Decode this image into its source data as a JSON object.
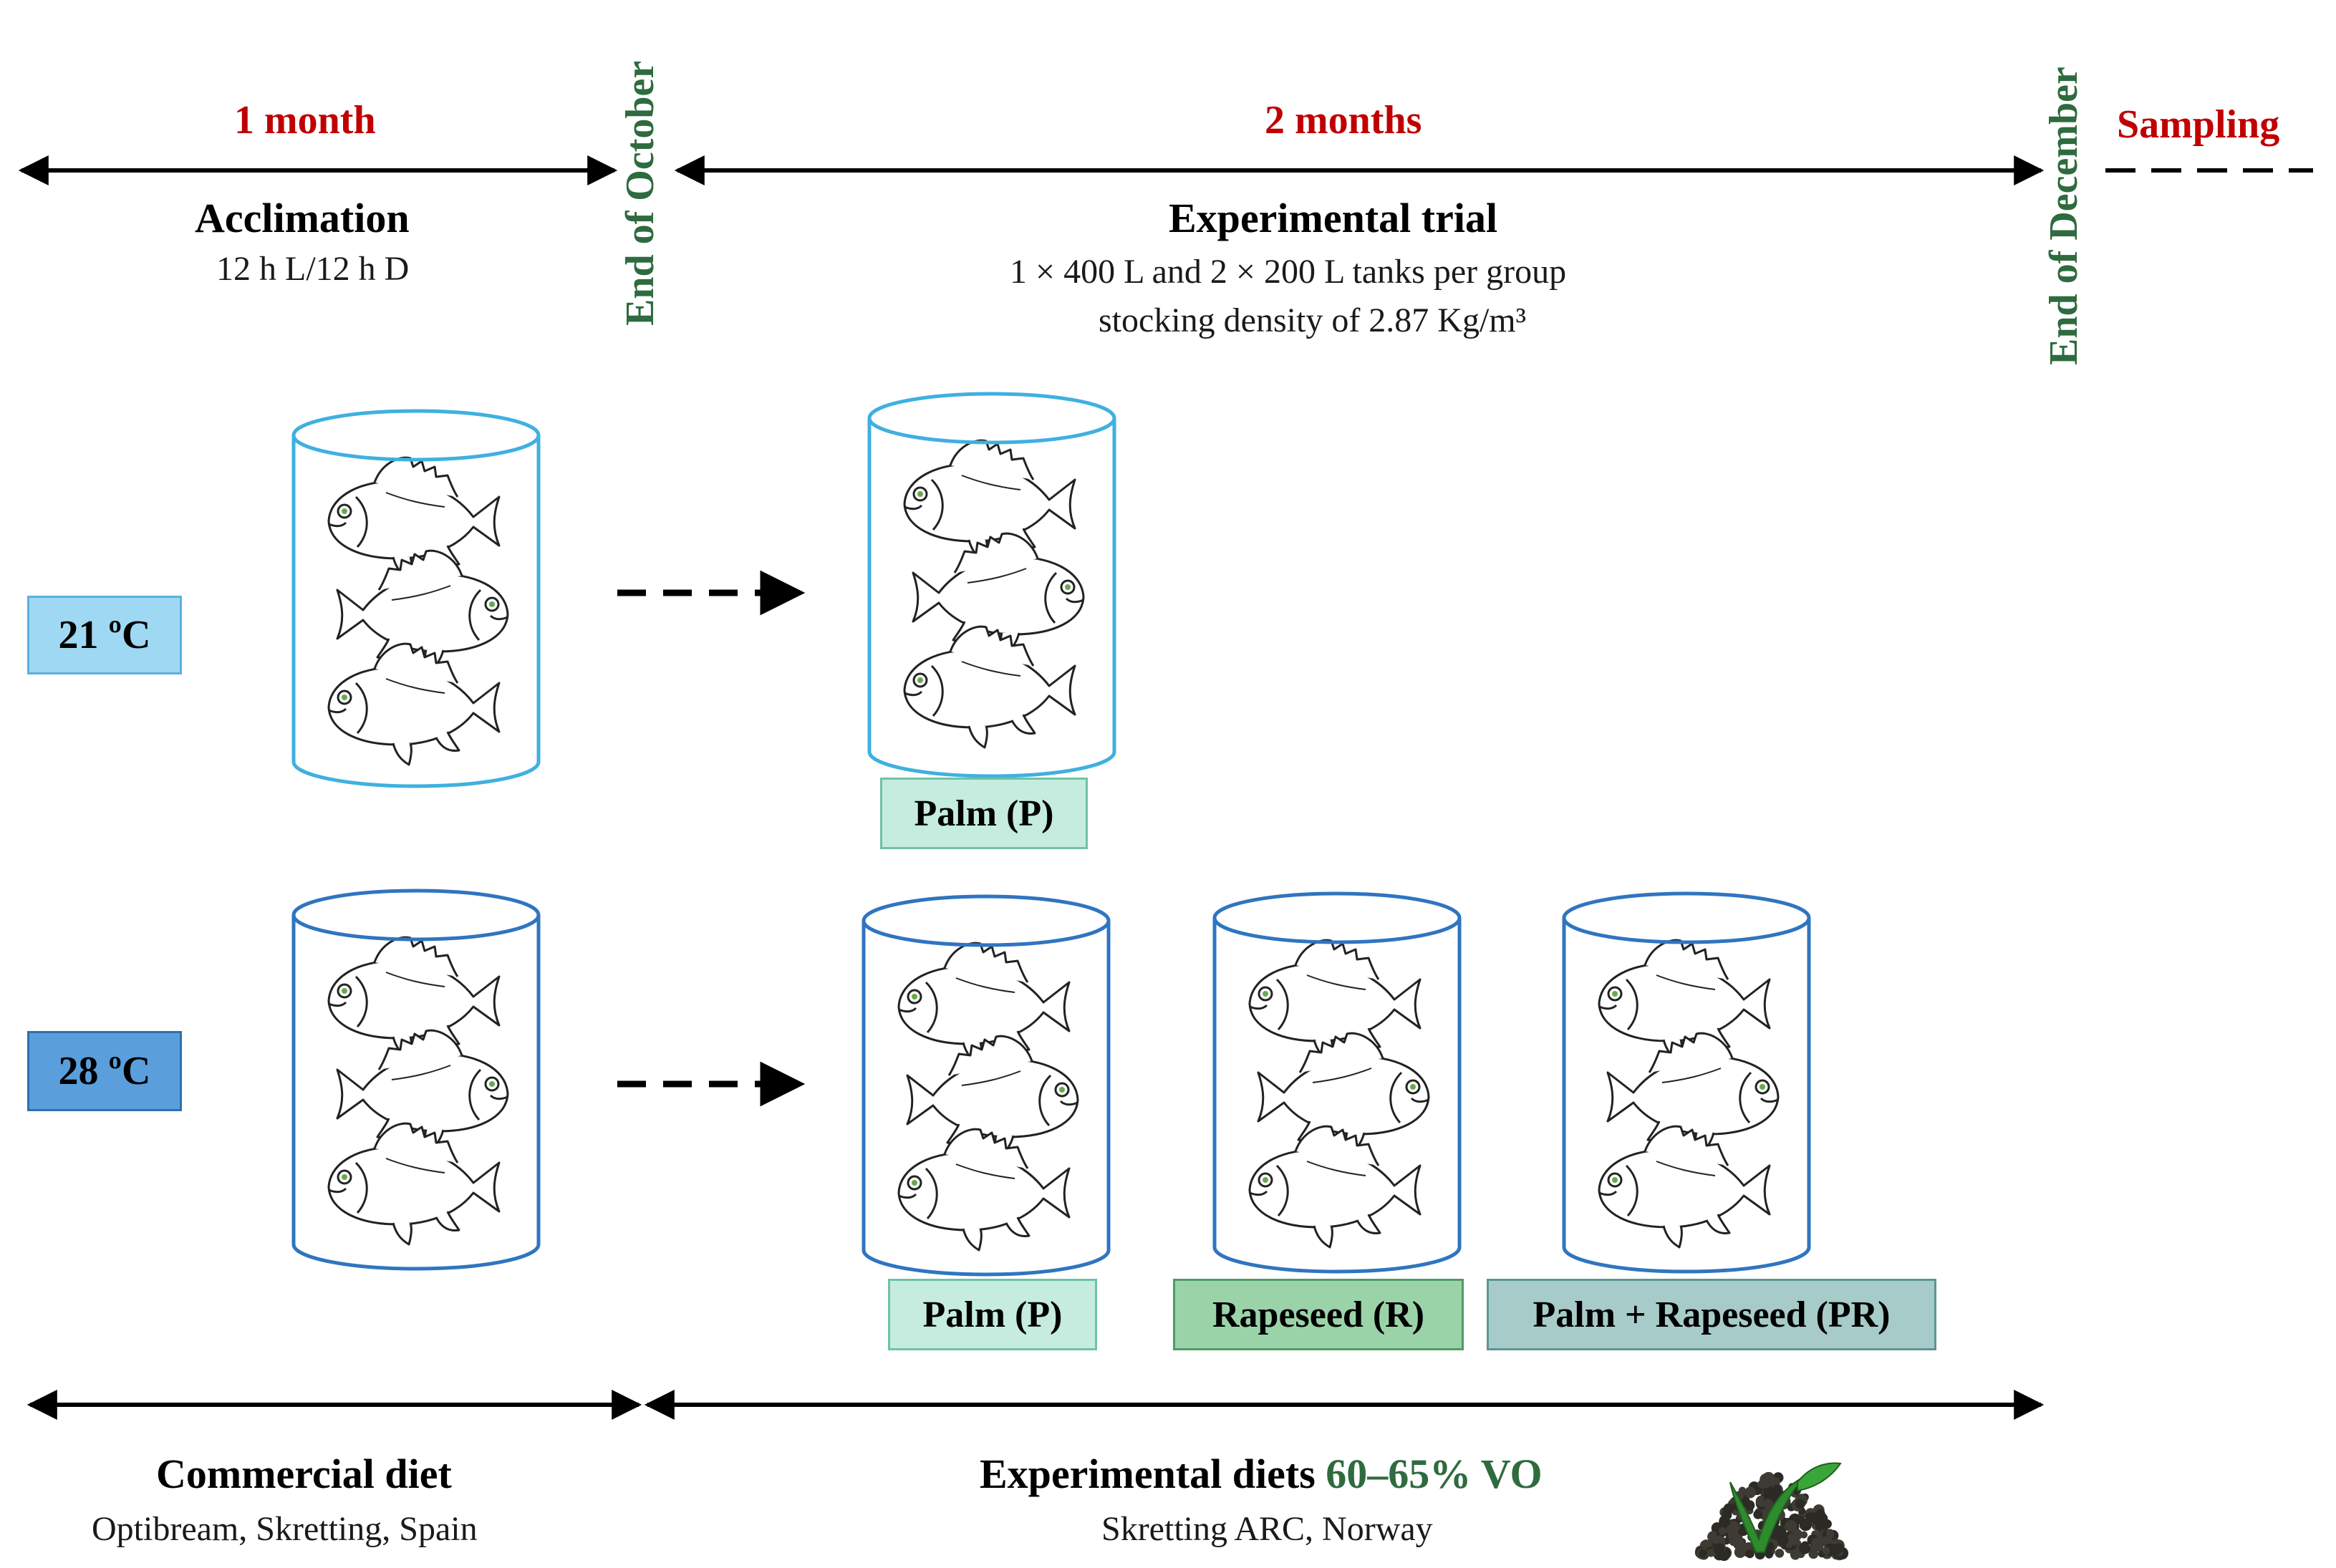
{
  "timeline": {
    "acclimation_duration": "1 month",
    "trial_duration": "2 months",
    "sampling": "Sampling",
    "end_october": "End of October",
    "end_december": "End of December"
  },
  "acclimation": {
    "title": "Acclimation",
    "photoperiod": "12 h L/12 h D"
  },
  "trial": {
    "title": "Experimental trial",
    "tanks": "1 × 400 L and 2 × 200 L tanks per group",
    "density": "stocking density of 2.87 Kg/m³"
  },
  "groups": [
    {
      "temp": "21 ºC",
      "diets": [
        "Palm (P)"
      ]
    },
    {
      "temp": "28 ºC",
      "diets": [
        "Palm (P)",
        "Rapeseed (R)",
        "Palm + Rapeseed (PR)"
      ]
    }
  ],
  "diets": {
    "commercial_title": "Commercial diet",
    "commercial_source": "Optibream, Skretting, Spain",
    "experimental_title": "Experimental diets",
    "experimental_vo": "60–65% VO",
    "experimental_source": "Skretting ARC, Norway"
  },
  "colors": {
    "red": "#c00000",
    "green": "#2e6b3e",
    "tank_light": "#3fb0e0",
    "tank_dark": "#2f75c0",
    "temp21": "#9fd8f2",
    "temp28": "#5a9fdc",
    "palm": "#c5ecdf",
    "rapeseed": "#9bd3a8",
    "palm_rapeseed": "#a7cbc8"
  },
  "icons": [
    "fish-icon",
    "tank-icon",
    "pellet-pile-icon",
    "leaf-icon"
  ]
}
